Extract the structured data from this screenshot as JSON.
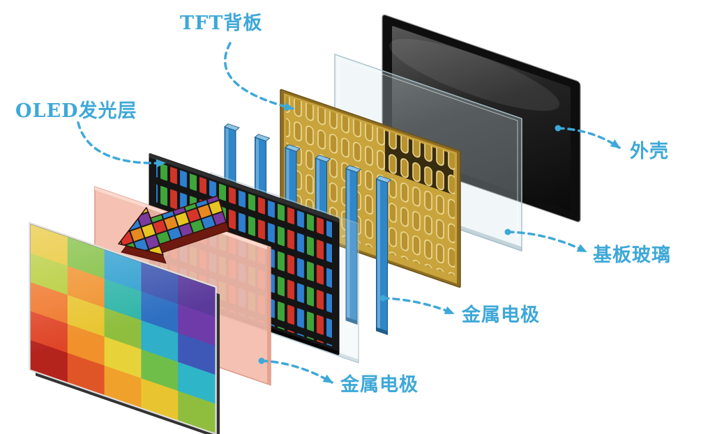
{
  "labels": {
    "tft_backplane": "TFT背板",
    "oled_layer": "OLED发光层",
    "shell": "外壳",
    "substrate_glass": "基板玻璃",
    "metal_electrode_upper": "金属电极",
    "metal_electrode_lower": "金属电极"
  },
  "colors": {
    "label_accent": "#3EA8D8",
    "gold_panel": "#C9A43C",
    "gold_frame": "#8F6E22",
    "electrode_blue": "#2F86C8",
    "electrode_cap": "#8FC4E4",
    "pink_electrode": "#F4BCAC",
    "stripe_blue": "#2E7FD0",
    "stripe_green": "#3FA53A",
    "stripe_red": "#D0352A",
    "background": "#FFFFFF"
  },
  "electrodes": {
    "count": 6
  },
  "screen": {
    "rows": 5,
    "cols": 5,
    "cells": [
      "#E8C530",
      "#7FBE3E",
      "#2E9FD0",
      "#3D55B0",
      "#5B3A9C",
      "#B5CC36",
      "#F0912B",
      "#2FB5A8",
      "#2E6FC2",
      "#6E3BA8",
      "#F0772B",
      "#E8C530",
      "#8FBE3E",
      "#2FAFC8",
      "#3E58B8",
      "#E04527",
      "#F0912B",
      "#E8D23A",
      "#6FBE4A",
      "#2FB5C8",
      "#B5231D",
      "#E05527",
      "#F0A12B",
      "#E8C530",
      "#8FBE3E"
    ]
  },
  "arrow_checker": [
    "#D8352A",
    "#E8891F",
    "#E8C422",
    "#3FA53A",
    "#2E7FD0",
    "#7A3A9E"
  ]
}
